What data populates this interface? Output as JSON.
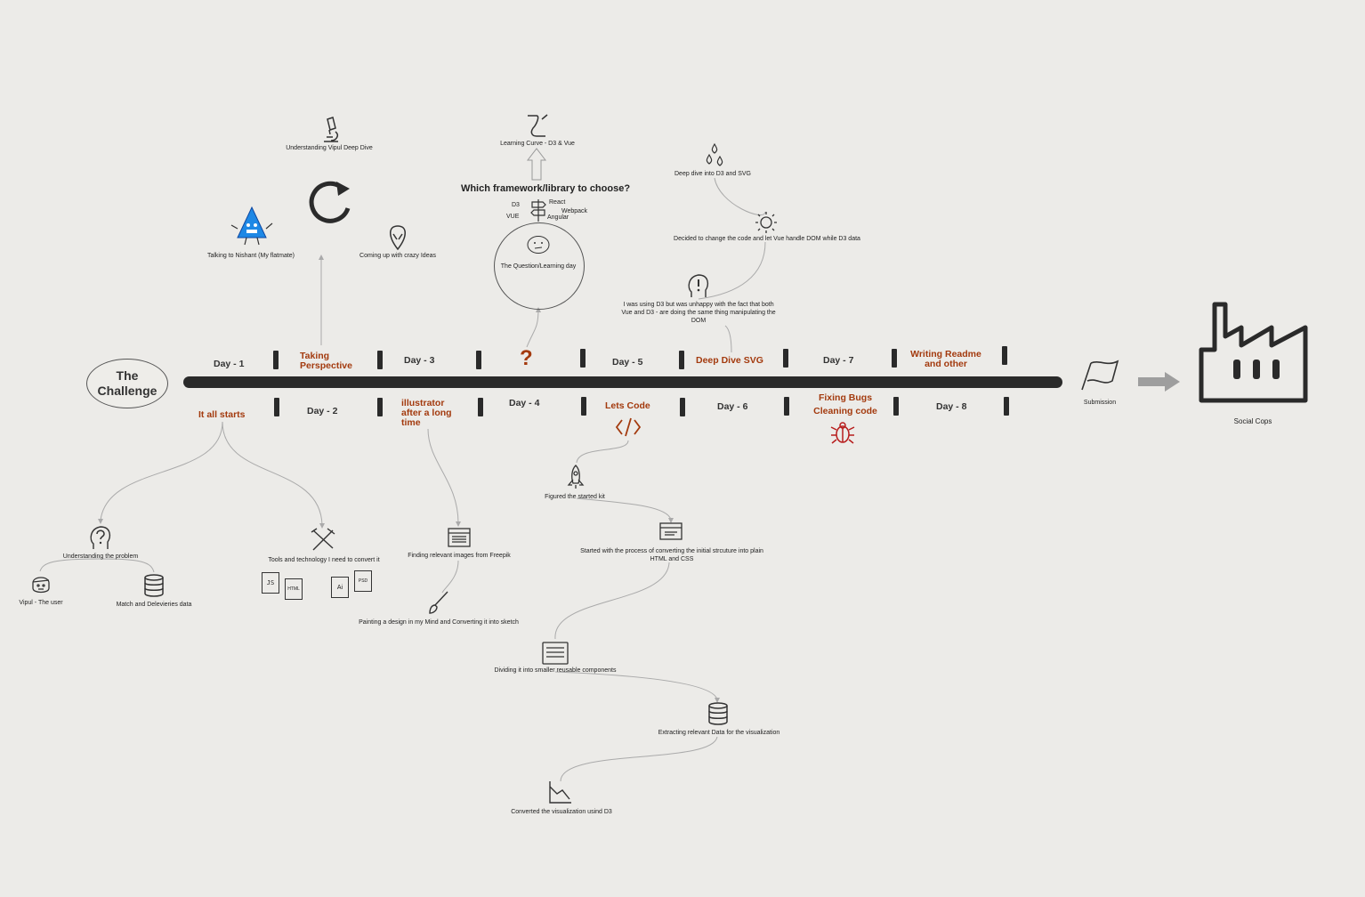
{
  "challenge": {
    "label": "The Challenge"
  },
  "days": [
    "Day - 1",
    "Day - 2",
    "Day - 3",
    "Day - 4",
    "Day - 5",
    "Day - 6",
    "Day - 7",
    "Day - 8"
  ],
  "phases": {
    "it_all_starts": "It all starts",
    "taking_perspective": "Taking Perspective",
    "illustrator": "illustrator after a long time",
    "lets_code": "Lets Code",
    "deep_dive_svg": "Deep Dive SVG",
    "fixing_bugs": "Fixing Bugs Cleaning code",
    "writing": "Writing Readme and other"
  },
  "nodes": {
    "understanding_vipul": "Understanding Vipul Deep Dive",
    "talking_nishant": "Talking to Nishant (My flatmate)",
    "crazy_ideas": "Coming up with crazy Ideas",
    "learning_curve": "Learning Curve - D3 & Vue",
    "which_framework": "Which framework/library to choose?",
    "question_day": "The Question/Learning day",
    "deep_dive_d3": "Deep dive into D3 and SVG",
    "change_code": "Decided to change the code and let Vue handle DOM while D3 data",
    "unhappy_d3": "I was using D3 but was unhappy with the fact that both Vue and D3 - are doing the same thing manipulating the DOM",
    "understanding_problem": "Understanding the problem",
    "vipul_user": "Vipul - The user",
    "match_data": "Match and Delevieries data",
    "tools": "Tools and technology I need to convert it",
    "finding_images": "Finding relevant images from Freepik",
    "painting_design": "Painting a design in my Mind and Converting it into sketch",
    "figured_kit": "Figured the started kit",
    "started_converting": "Started with the process of converting the initial strcuture into plain HTML and CSS",
    "dividing": "Dividing it into smaller reusable components",
    "extracting": "Extracting relevant Data for the visualization",
    "converted": "Converted the visualization usind D3",
    "submission": "Submission",
    "social_cops": "Social Cops"
  },
  "signpost": {
    "d3": "D3",
    "vue": "VUE",
    "react": "React",
    "webpack": "Webpack",
    "angular": "Angular"
  },
  "file_icons": {
    "js": "JS",
    "html": "HTML",
    "ai": "Ai",
    "psd": "PSD"
  },
  "colors": {
    "background": "#ecebe8",
    "accent": "#a33a0e",
    "timeline": "#2a2a2a",
    "mascot": "#1e88e5",
    "bug": "#b71c1c"
  },
  "icons": [
    "microscope-icon",
    "refresh-icon",
    "mascot-icon",
    "alien-icon",
    "curve-icon",
    "signpost-icon",
    "confused-face-icon",
    "drops-icon",
    "sun-icon",
    "head-exclamation-icon",
    "question-mark-icon",
    "code-icon",
    "bug-icon",
    "rocket-icon",
    "browser-icon",
    "help-head-icon",
    "user-face-icon",
    "database-icon",
    "tools-icon",
    "brush-icon",
    "layers-icon",
    "chart-icon",
    "flag-icon",
    "arrow-icon",
    "factory-icon"
  ]
}
